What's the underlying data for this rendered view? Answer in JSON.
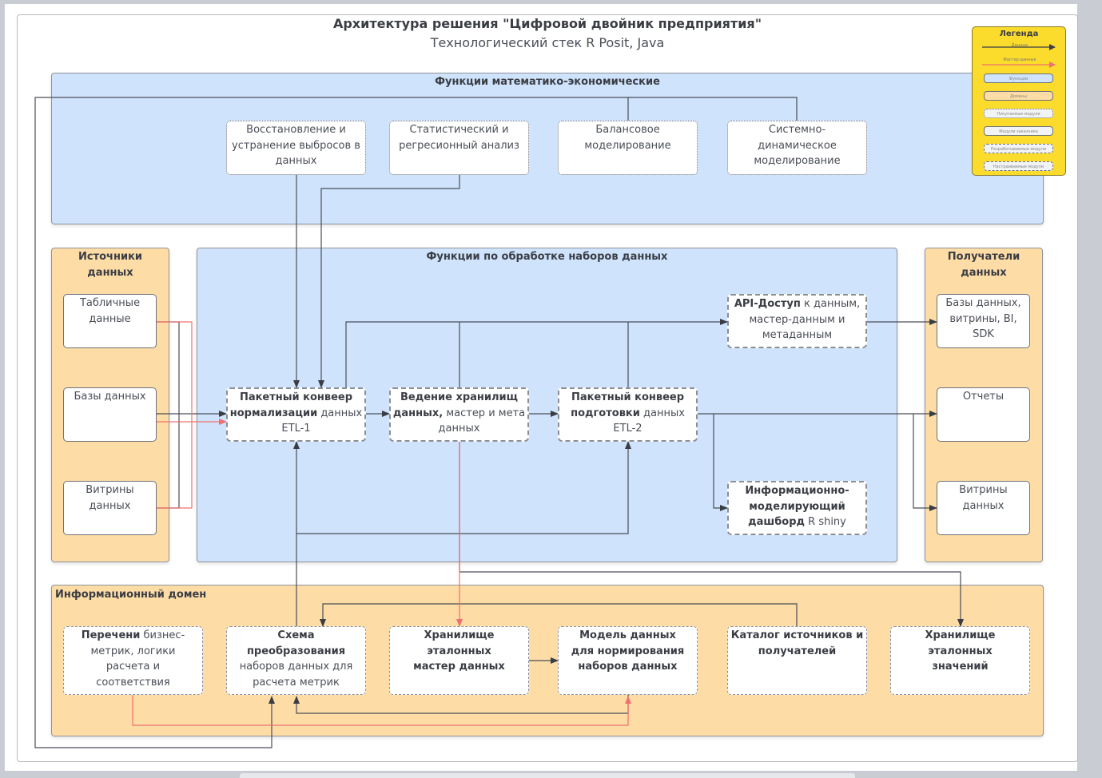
{
  "header": {
    "title": "Архитектура решения \"Цифровой двойник предприятия\"",
    "subtitle": "Технологический стек R Posit, Java"
  },
  "legend": {
    "title": "Легенда",
    "items": [
      {
        "kind": "arrow",
        "label": "Данные",
        "color": "#3a3d44"
      },
      {
        "kind": "arrow",
        "label": "Мастер-данные",
        "color": "#f07070"
      },
      {
        "kind": "box",
        "label": "Функции",
        "style": "blue"
      },
      {
        "kind": "box",
        "label": "Домены",
        "style": "orange"
      },
      {
        "kind": "box",
        "label": "Покупаемые модули",
        "style": "dotted"
      },
      {
        "kind": "box",
        "label": "Модули заказчика",
        "style": "solid"
      },
      {
        "kind": "box",
        "label": "Разрабатываемые модули",
        "style": "dashdot"
      },
      {
        "kind": "box",
        "label": "Настраиваемые модули",
        "style": "dashed"
      }
    ]
  },
  "zones": {
    "math": "Функции математико-экономические",
    "processing": "Функции по обработке наборов данных",
    "sources": "Источники данных",
    "receivers": "Получатели данных",
    "info_domain": "Информационный домен"
  },
  "math_modules": [
    {
      "text": "Восстановление и устранение выбросов в данных"
    },
    {
      "text": "Статистический и регресионный анализ"
    },
    {
      "text": "Балансовое моделирование"
    },
    {
      "text": "Системно-динамическое моделирование"
    }
  ],
  "sources": [
    {
      "text": "Табличные данные"
    },
    {
      "text": "Базы данных"
    },
    {
      "text": "Витрины данных"
    }
  ],
  "receivers": [
    {
      "text": "Базы данных, витрины, BI, SDK"
    },
    {
      "text": "Отчеты"
    },
    {
      "text": "Витрины данных"
    }
  ],
  "processing": {
    "etl1": {
      "bold": "Пакетный конвеер нормализации",
      "rest": " данных ETL-1"
    },
    "storage": {
      "bold": "Ведение хранилищ данных,",
      "rest": " мастер и мета данных"
    },
    "etl2": {
      "bold": "Пакетный конвеер подготовки",
      "rest": " данных ETL-2"
    },
    "api": {
      "bold": "API-Доступ",
      "rest": " к данным, мастер-данным и метаданным"
    },
    "dashboard": {
      "bold": "Информационно-моделирующий дашборд",
      "rest": " R shiny"
    }
  },
  "info_domain": {
    "lists": {
      "bold": "Перечени",
      "rest": " бизнес-метрик, логики расчета и соответствия"
    },
    "schema": {
      "bold": "Схема преобразования",
      "rest": " наборов данных для расчета метрик"
    },
    "master_store": {
      "bold": "Хранилище эталонных мастер данных",
      "rest": ""
    },
    "data_model": {
      "bold": "Модель данных для нормирования наборов данных",
      "rest": ""
    },
    "catalog": {
      "bold": "Каталог источников и получателей",
      "rest": ""
    },
    "ref_store": {
      "bold": "Хранилище эталонных значений",
      "rest": ""
    }
  },
  "colors": {
    "data_line": "#4a4e57",
    "master_line": "#f07070",
    "function_zone": "#cfe3fc",
    "domain_zone": "#fddca6",
    "legend_bg": "#fbdb2c"
  }
}
